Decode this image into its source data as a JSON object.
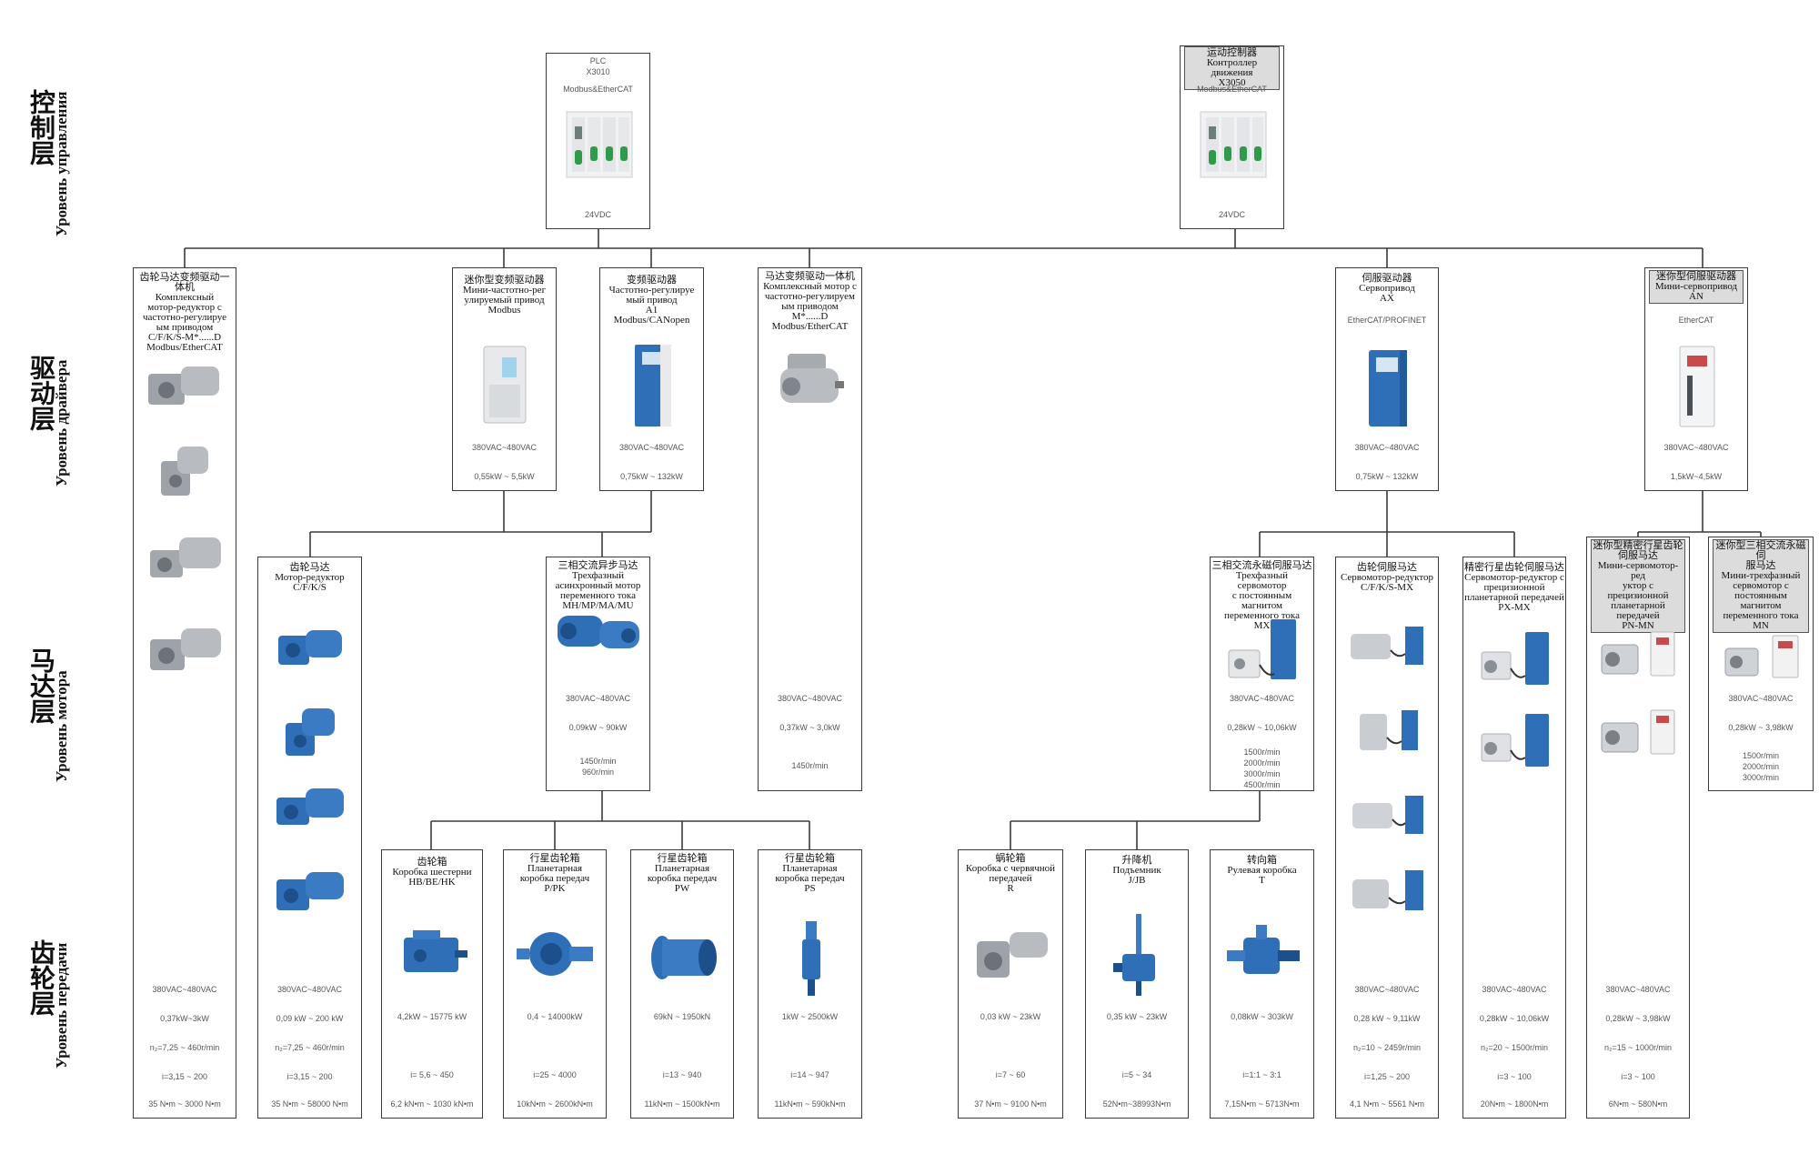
{
  "layers": [
    {
      "cn": "控制层",
      "ru": "Уровень управления"
    },
    {
      "cn": "驱动层",
      "ru": "Уровень драйвера"
    },
    {
      "cn": "马达层",
      "ru": "Уровень мотора"
    },
    {
      "cn": "齿轮层",
      "ru": "Уровень передачи"
    }
  ],
  "control": {
    "plc": {
      "title": [
        "PLC",
        "X3010"
      ],
      "bus": "Modbus&EtherCAT",
      "power": "24VDC"
    },
    "motion": {
      "title": [
        "运动控制器",
        "Контроллер движения",
        "X3050"
      ],
      "bus": "Modbus&EtherCAT",
      "power": "24VDC"
    }
  },
  "drive": {
    "integrated_gearmotor": {
      "title": [
        "齿轮马达变频驱动一",
        "体机",
        "Комплексный",
        "мотор-редуктор с",
        "частотно-регулируе",
        "ым приводом",
        "C/F/K/S-M*......D",
        "Modbus/EtherCAT"
      ]
    },
    "mini_vfd": {
      "title": [
        "迷你型变频驱动器",
        "Мини-частотно-рег",
        "улируемый привод",
        "Modbus"
      ],
      "voltage": "380VAC~480VAC",
      "power": "0,55kW ~ 5,5kW"
    },
    "vfd": {
      "title": [
        "变频驱动器",
        "Частотно-регулируе",
        "мый привод",
        "A1",
        "Modbus/CANopen"
      ],
      "voltage": "380VAC~480VAC",
      "power": "0,75kW ~ 132kW"
    },
    "integrated_motor": {
      "title": [
        "马达变频驱动一体机",
        "Комплексный мотор с",
        "частотно-регулируем",
        "ым приводом",
        "M*......D",
        "Modbus/EtherCAT"
      ]
    },
    "servo": {
      "title": [
        "伺服驱动器",
        "Сервопривод",
        "AX"
      ],
      "bus": "EtherCAT/PROFINET",
      "voltage": "380VAC~480VAC",
      "power": "0,75kW ~ 132kW"
    },
    "mini_servo": {
      "title": [
        "迷你型伺服驱动器",
        "Мини-сервопривод",
        "AN"
      ],
      "bus": "EtherCAT",
      "voltage": "380VAC~480VAC",
      "power": "1,5kW~4,5kW"
    }
  },
  "motor": {
    "gearmotor": {
      "title": [
        "齿轮马达",
        "Мотор-редуктор",
        "C/F/K/S"
      ]
    },
    "async": {
      "title": [
        "三相交流异步马达",
        "Трехфазный",
        "асинхронный мотор",
        "переменного тока",
        "MH/MP/MA/MU"
      ],
      "voltage": "380VAC~480VAC",
      "power": "0,09kW ~ 90kW",
      "speed": [
        "1450r/min",
        "960r/min"
      ]
    },
    "integrated_specs": {
      "voltage": "380VAC~480VAC",
      "power": "0,37kW ~ 3,0kW",
      "speed": "1450r/min"
    },
    "pm_servo": {
      "title": [
        "三相交流永磁伺服马达",
        "Трехфазный сервомотор",
        "с постоянным магнитом",
        "переменного тока",
        "MX"
      ],
      "voltage": "380VAC~480VAC",
      "power": "0,28kW ~ 10,06kW",
      "speed": [
        "1500r/min",
        "2000r/min",
        "3000r/min",
        "4500r/min"
      ]
    },
    "servo_gear": {
      "title": [
        "齿轮伺服马达",
        "Сервомотор-редуктор",
        "C/F/K/S-MX"
      ]
    },
    "precision_planetary": {
      "title": [
        "精密行星齿轮伺服马达",
        "Сервомотор-редуктор с",
        "прецизионной",
        "планетарной передачей",
        "PX-MX"
      ]
    },
    "mini_planetary": {
      "title": [
        "迷你型精密行星齿轮",
        "伺服马达",
        "Мини-сервомотор-ред",
        "уктор с прецизионной",
        "планетарной",
        "передачей",
        "PN-MN"
      ]
    },
    "mini_pm": {
      "title": [
        "迷你型三相交流永磁伺",
        "服马达",
        "Мини-трехфазный",
        "сервомотор с",
        "постоянным магнитом",
        "переменного тока",
        "MN"
      ],
      "voltage": "380VAC~480VAC",
      "power": "0,28kW ~ 3,98kW",
      "speed": [
        "1500r/min",
        "2000r/min",
        "3000r/min"
      ]
    }
  },
  "gear": {
    "hb": {
      "title": [
        "齿轮箱",
        "Коробка шестерни",
        "HB/BE/HK"
      ],
      "power": "4,2kW ~ 15775 kW",
      "ratio": "i= 5,6 ~ 450",
      "torque": "6,2 kN•m ~ 1030 kN•m"
    },
    "pk": {
      "title": [
        "行星齿轮箱",
        "Планетарная",
        "коробка передач",
        "P/PK"
      ],
      "power": "0,4 ~ 14000kW",
      "ratio": "i=25 ~ 4000",
      "torque": "10kN•m ~ 2600kN•m"
    },
    "pw": {
      "title": [
        "行星齿轮箱",
        "Планетарная",
        "коробка передач",
        "PW"
      ],
      "power": "69kN ~ 1950kN",
      "ratio": "i=13 ~ 940",
      "torque": "11kN•m ~ 1500kN•m"
    },
    "ps": {
      "title": [
        "行星齿轮箱",
        "Планетарная",
        "коробка передач",
        "PS"
      ],
      "power": "1kW ~ 2500kW",
      "ratio": "i=14 ~ 947",
      "torque": "11kN•m ~ 590kN•m"
    },
    "worm": {
      "title": [
        "蜗轮箱",
        "Коробка с червячной",
        "передачей",
        "R"
      ],
      "power": "0,03 kW ~ 23kW",
      "ratio": "i=7 ~ 60",
      "torque": "37 N•m ~ 9100 N•m"
    },
    "jack": {
      "title": [
        "升降机",
        "Подъемник",
        "J/JB"
      ],
      "power": "0,35 kW ~ 23kW",
      "ratio": "i=5 ~ 34",
      "torque": "52N•m~38993N•m"
    },
    "rightangle": {
      "title": [
        "转向箱",
        "Рулевая коробка",
        "T"
      ],
      "power": "0,08kW ~ 303kW",
      "ratio": "i=1:1 ~ 3:1",
      "torque": "7,15N•m ~ 5713N•m"
    },
    "col1": {
      "voltage": "380VAC~480VAC",
      "power": "0,37kW~3kW",
      "speed": "n₂=7,25 ~ 460r/min",
      "ratio": "i=3,15 ~ 200",
      "torque": "35 N•m ~ 3000 N•m"
    },
    "col2": {
      "voltage": "380VAC~480VAC",
      "power": "0,09 kW ~ 200 kW",
      "speed": "n₂=7,25 ~ 460r/min",
      "ratio": "i=3,15 ~ 200",
      "torque": "35 N•m ~ 58000 N•m"
    },
    "col_servo_gear": {
      "voltage": "380VAC~480VAC",
      "power": "0,28 kW ~ 9,11kW",
      "speed": "n₂=10 ~ 2459r/min",
      "ratio": "i=1,25 ~ 200",
      "torque": "4,1 N•m ~ 5561 N•m"
    },
    "col_px": {
      "voltage": "380VAC~480VAC",
      "power": "0,28kW ~ 10,06kW",
      "speed": "n₂=20 ~ 1500r/min",
      "ratio": "i=3 ~ 100",
      "torque": "20N•m ~ 1800N•m"
    },
    "col_pn": {
      "voltage": "380VAC~480VAC",
      "power": "0,28kW ~ 3,98kW",
      "speed": "n₂=15 ~ 1000r/min",
      "ratio": "i=3 ~ 100",
      "torque": "6N•m ~ 580N•m"
    }
  },
  "colors": {
    "line": "#3a3a3a",
    "blue": "#2f6fb8",
    "gray": "#a9adb3",
    "header_gray": "#dcdcdc"
  }
}
